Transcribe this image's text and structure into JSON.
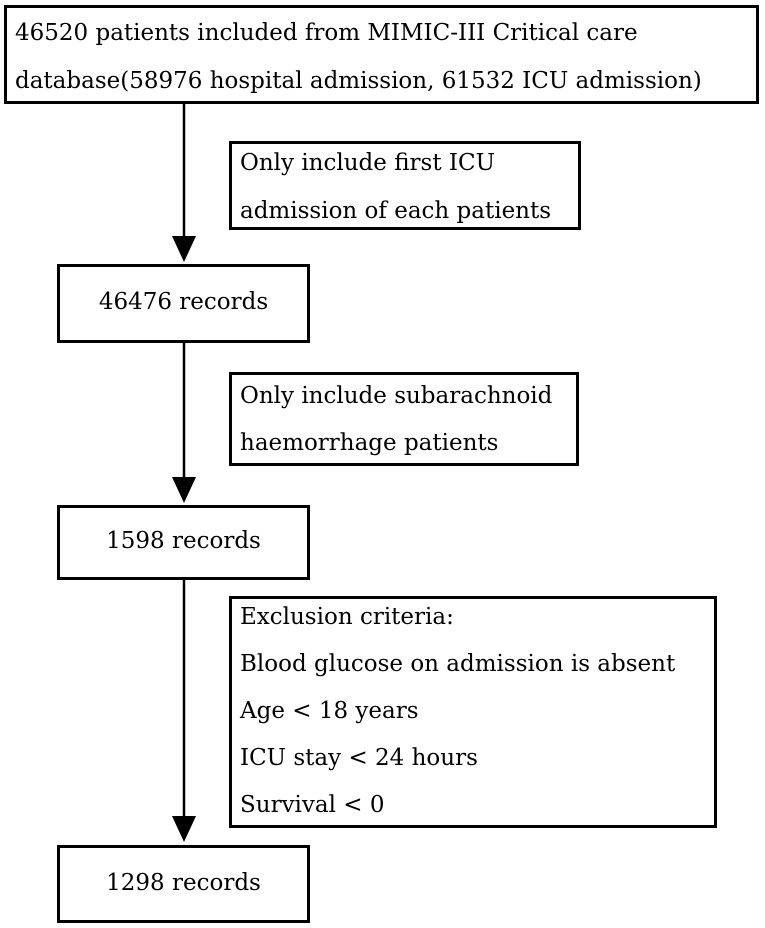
{
  "flowchart": {
    "source_box": {
      "lines": [
        "46520 patients included from MIMIC-III Critical care",
        "database(58976 hospital admission, 61532 ICU admission)"
      ]
    },
    "filter_1": {
      "lines": [
        "Only include first ICU",
        "admission of each patients"
      ]
    },
    "records_1": {
      "label": "46476 records"
    },
    "filter_2": {
      "lines": [
        "Only include subarachnoid",
        "haemorrhage patients"
      ]
    },
    "records_2": {
      "label": "1598 records"
    },
    "exclusion": {
      "lines": [
        "Exclusion criteria:",
        "Blood glucose on admission is absent",
        "Age < 18 years",
        "ICU stay < 24 hours",
        "Survival < 0"
      ]
    },
    "records_3": {
      "label": "1298 records"
    }
  },
  "colors": {
    "stroke": "#000000",
    "background": "#ffffff"
  }
}
